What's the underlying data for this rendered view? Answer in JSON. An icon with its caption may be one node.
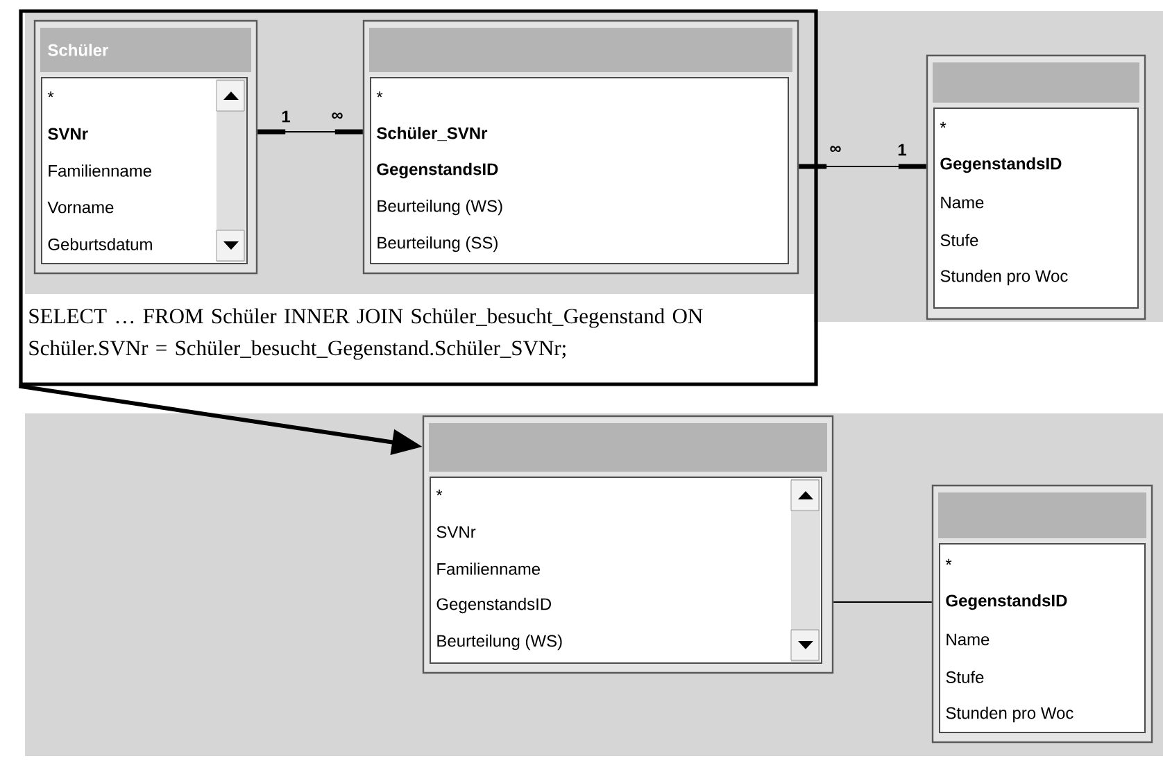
{
  "diagram": {
    "nodes": [
      {
        "text": [
          "SELECT … FROM Schüler INNER JOIN Schüler_besucht_Gegenstand ON Schüler.SVNr = Schüler_besucht_Gegenstand.Schüler_SVNr;"
        ]
      },
      {
        "text": [
          "Schüler",
          "*",
          "**SVNr**",
          "Familienname",
          "Vorname",
          "Geburtsdatum"
        ],
        "in": 0
      },
      {
        "text": [
          "*",
          "**Schüler_SVNr**",
          "**GegenstandsID**",
          "Beurteilung (WS)",
          "Beurteilung (SS)"
        ],
        "in": 0
      },
      {
        "text": [
          "*",
          "**GegenstandsID**",
          "Name",
          "Stufe",
          "Stunden pro Woc"
        ]
      },
      {
        "text": [
          "*",
          "SVNr",
          "Familienname",
          "GegenstandsID",
          "Beurteilung (WS)"
        ]
      },
      {
        "text": [
          "*",
          "**GegenstandsID**",
          "Name",
          "Stufe",
          "Stunden pro Woc"
        ]
      }
    ],
    "edges": [
      {
        "from": 1,
        "to": 2,
        "arrow": "other"
      },
      {
        "from": 2,
        "to": 3,
        "arrow": "other"
      },
      {
        "from": 0,
        "to": 4,
        "arrow": "to",
        "style": "thick"
      },
      {
        "from": 4,
        "to": 5,
        "arrow": "none"
      }
    ],
    "labels": [
      "1",
      "∞",
      "∞",
      "1"
    ]
  }
}
